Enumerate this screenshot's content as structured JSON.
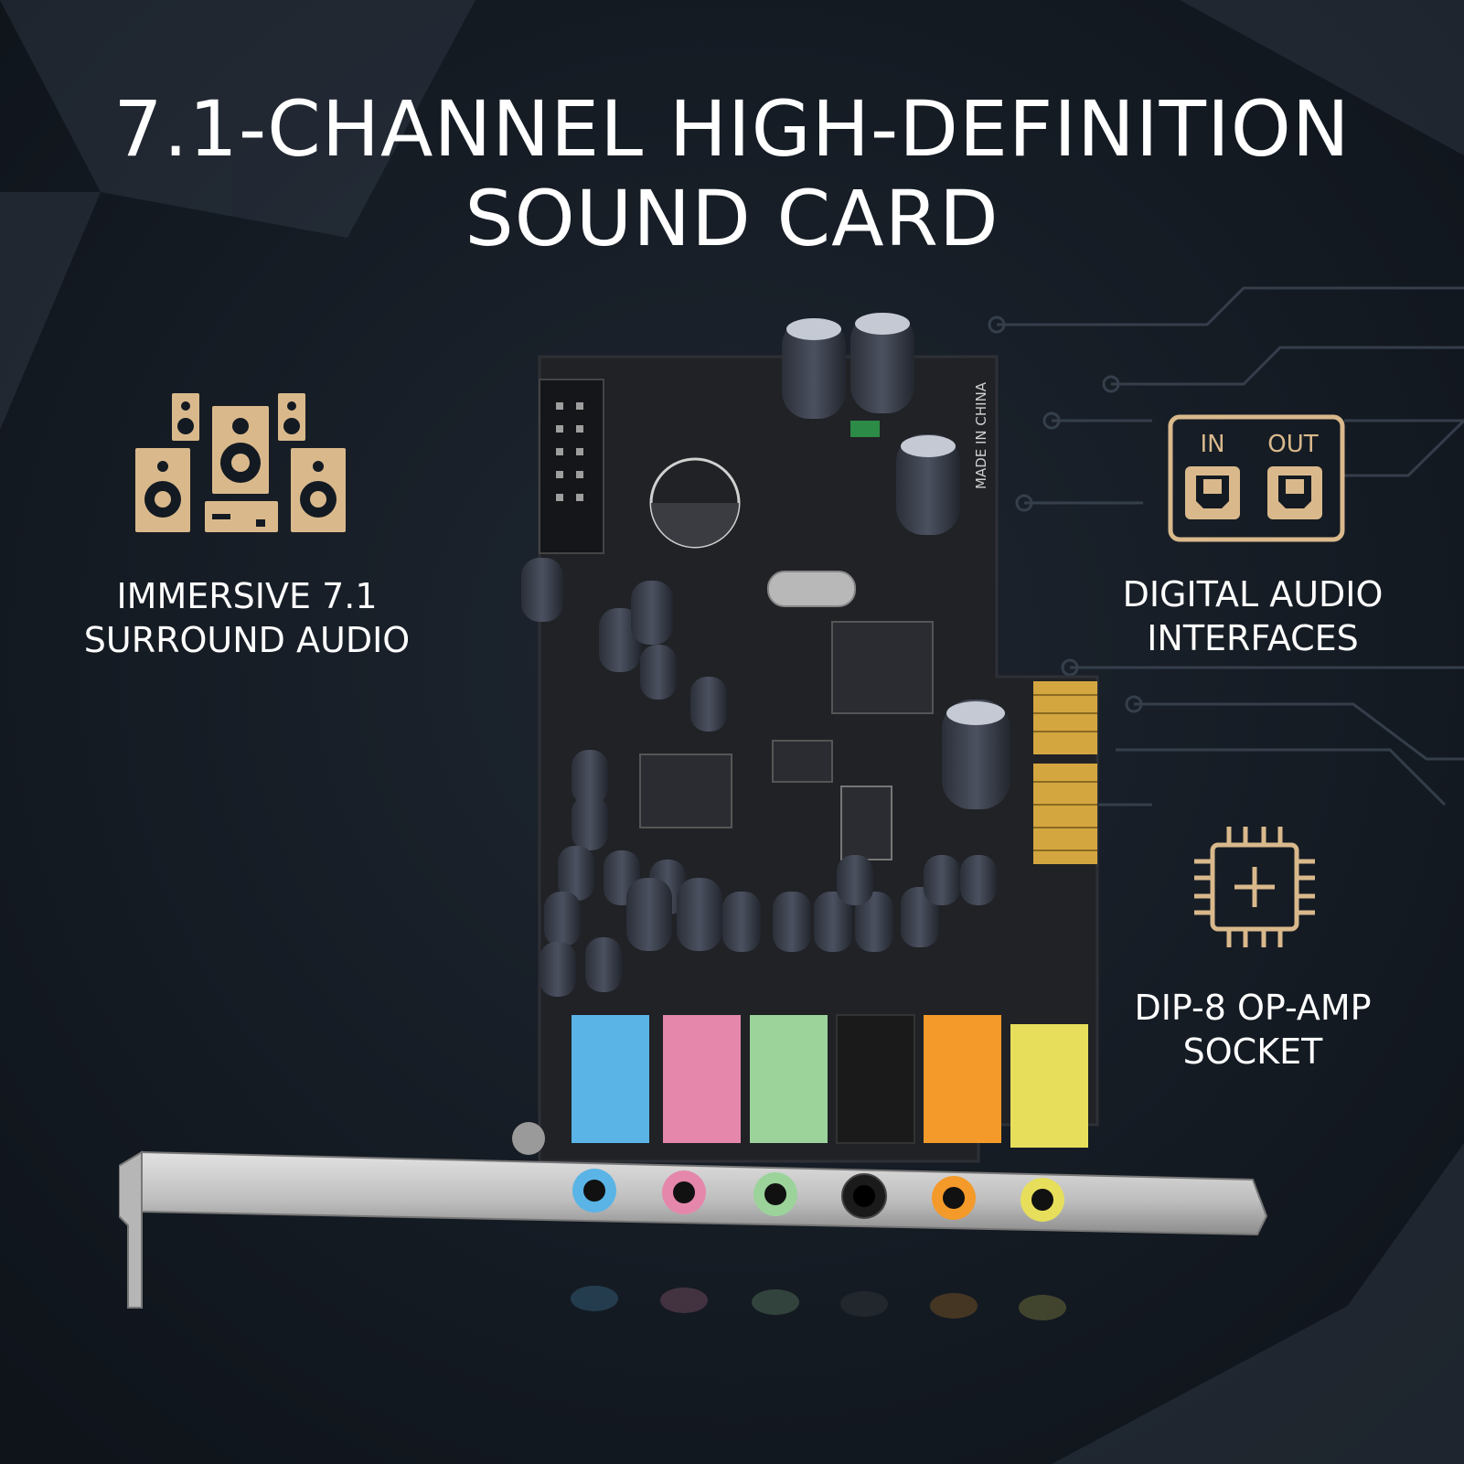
{
  "headline": {
    "line1": "7.1-CHANNEL HIGH-DEFINITION",
    "line2": "SOUND CARD"
  },
  "features": [
    {
      "icon": "speakers-icon",
      "line1": "IMMERSIVE 7.1",
      "line2": "SURROUND AUDIO"
    },
    {
      "icon": "optical-port-icon",
      "in_label": "IN",
      "out_label": "OUT",
      "line1": "DIGITAL AUDIO",
      "line2": "INTERFACES"
    },
    {
      "icon": "chip-icon",
      "line1": "DIP-8 OP-AMP",
      "line2": "SOCKET"
    }
  ],
  "board_text": "MADE IN CHINA",
  "colors": {
    "background": "#141a22",
    "accent_gold": "#d9b98c",
    "jack_blue": "#5ab4e6",
    "jack_pink": "#e487ab",
    "jack_green": "#9bd39a",
    "jack_black": "#1a1a1a",
    "jack_orange": "#f39a2a",
    "jack_yellow": "#e7df5c"
  }
}
